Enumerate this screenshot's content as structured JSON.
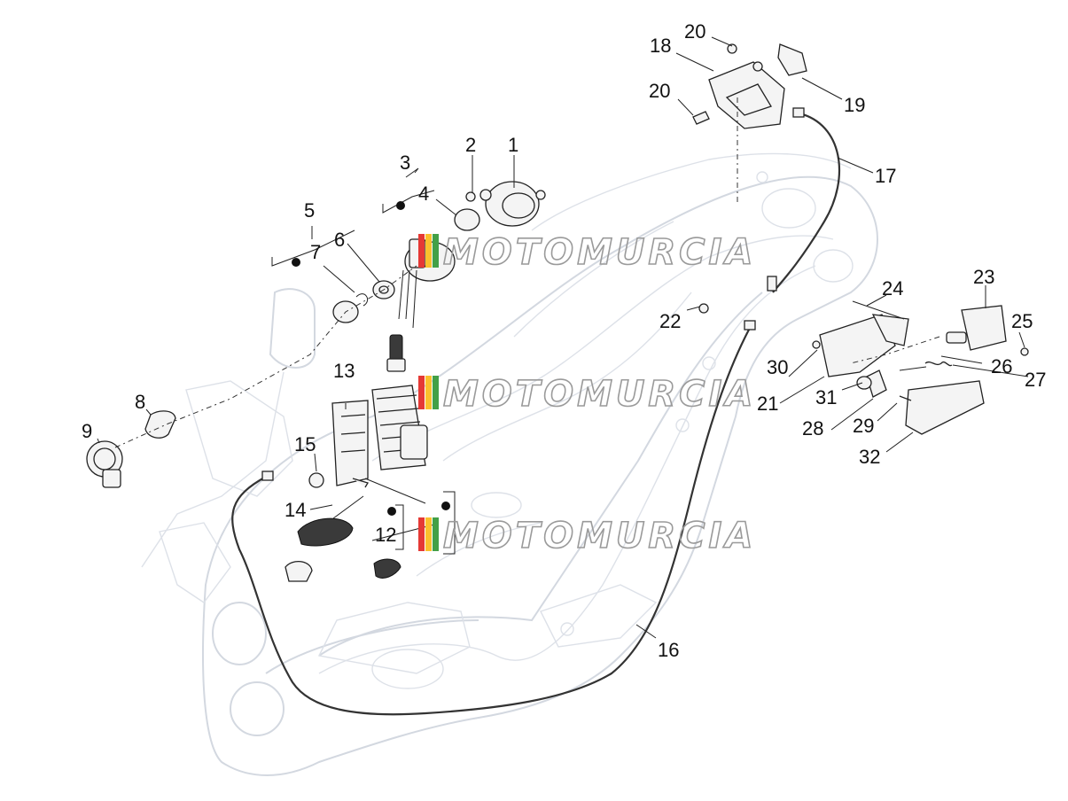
{
  "watermark": {
    "text": "MOTOMURCIA",
    "stripe_colors": [
      "#e53935",
      "#fbc02d",
      "#43a047"
    ]
  },
  "callouts": [
    "1",
    "2",
    "3",
    "4",
    "5",
    "6",
    "7",
    "8",
    "9",
    "12",
    "13",
    "14",
    "15",
    "16",
    "17",
    "18",
    "19",
    "20",
    "20",
    "21",
    "22",
    "23",
    "24",
    "25",
    "26",
    "27",
    "28",
    "29",
    "30",
    "31",
    "32"
  ]
}
